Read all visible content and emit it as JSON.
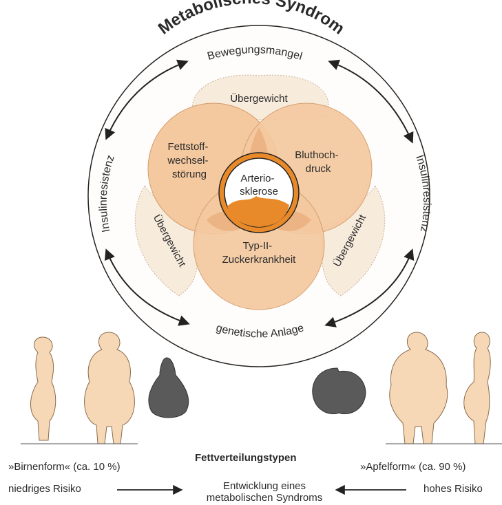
{
  "title": "Metabolisches Syndrom",
  "ring_labels": {
    "top": "Bewegungsmangel",
    "bottom": "genetische Anlage",
    "left": "Insulinresistenz",
    "right": "Insulinresistenz"
  },
  "overweight": {
    "top": "Übergewicht",
    "left": "Übergewicht",
    "right": "Übergewicht"
  },
  "circles": {
    "left_line1": "Fettstoff-",
    "left_line2": "wechsel-",
    "left_line3": "störung",
    "right_line1": "Bluthoch-",
    "right_line2": "druck",
    "bottom_line1": "Typ-II-",
    "bottom_line2": "Zuckerkrankheit",
    "center_line1": "Arterio-",
    "center_line2": "sklerose"
  },
  "bottom": {
    "heading": "Fettverteilungstypen",
    "left_form": "»Birnenform« (ca. 10 %)",
    "right_form": "»Apfelform« (ca. 90 %)",
    "left_risk": "niedriges Risiko",
    "right_risk": "hohes Risiko",
    "center_line1": "Entwicklung eines",
    "center_line2": "metabolischen Syndroms"
  },
  "colors": {
    "circle_fill": "#f4c9a0",
    "overlap_fill": "#e8ab78",
    "blob_fill": "#f7ebdc",
    "body_fill": "#f6d8b6",
    "fruit_fill": "#5a5a5a",
    "plaque": "#e88a2a"
  }
}
